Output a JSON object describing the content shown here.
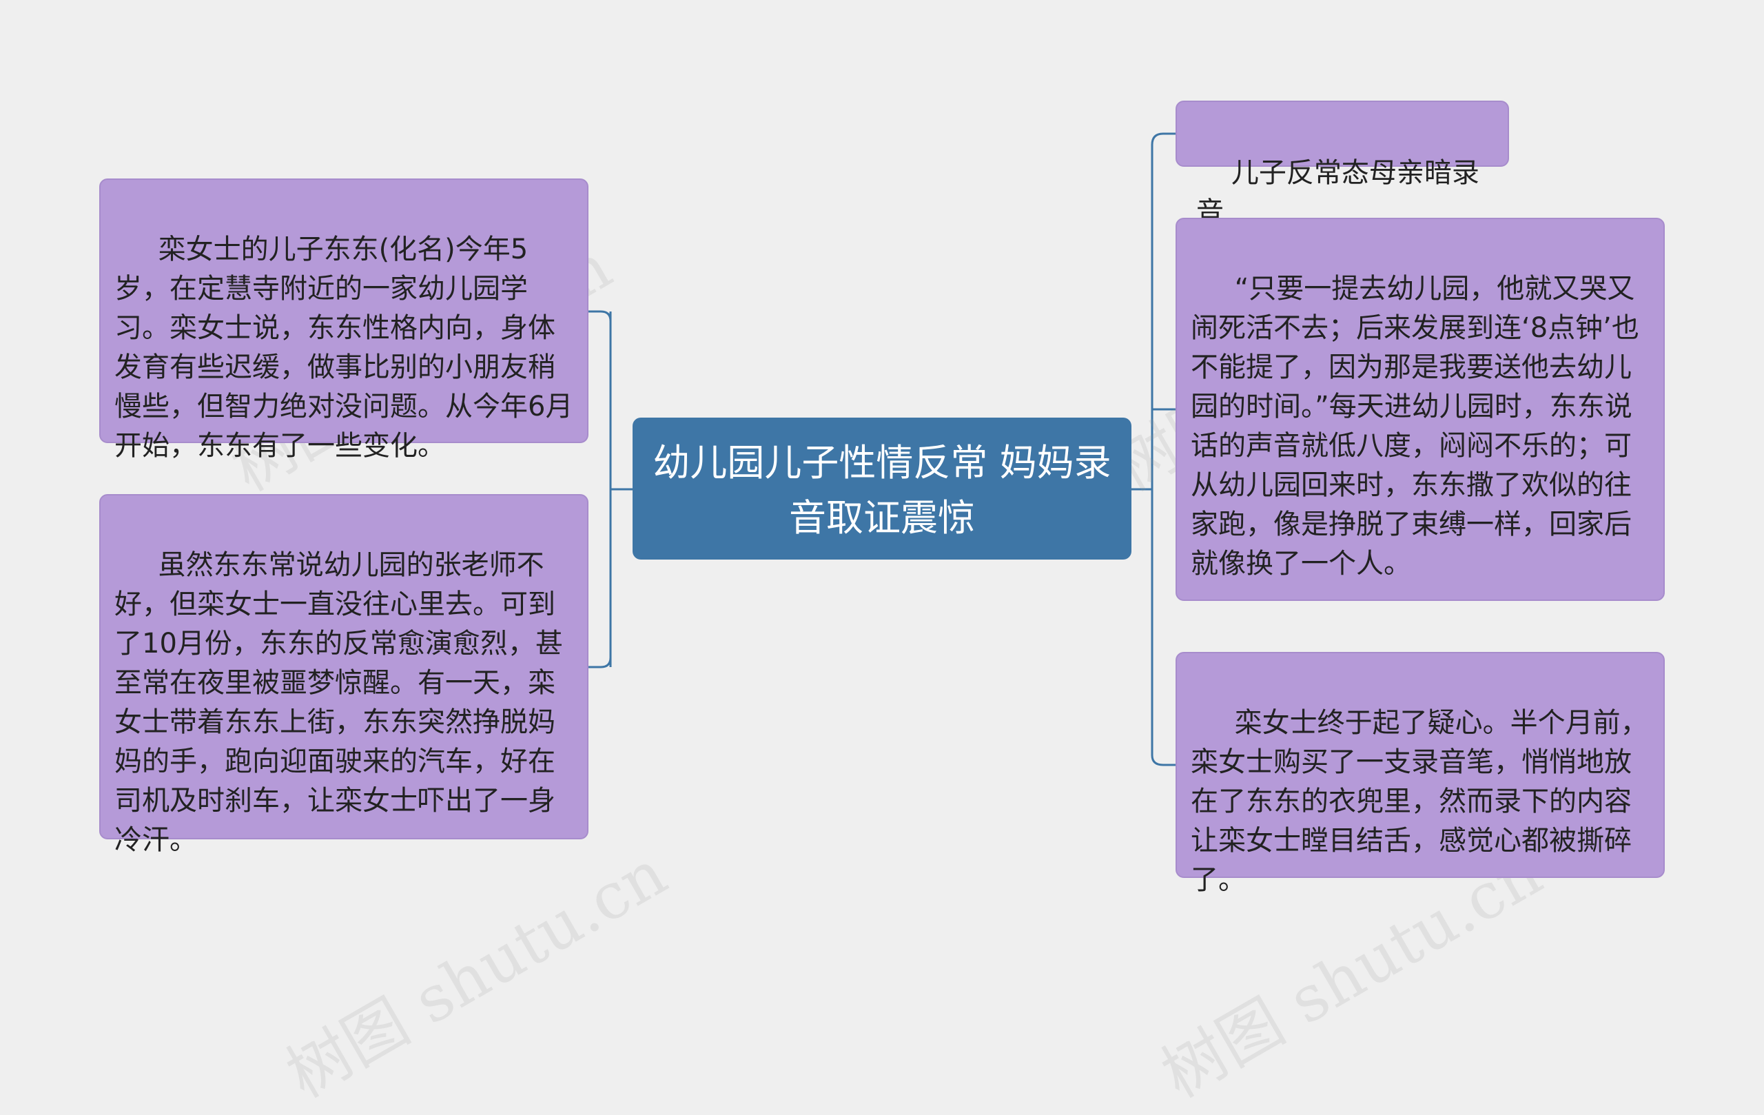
{
  "root": {
    "title": "幼儿园儿子性情反常 妈妈录音取证震惊"
  },
  "left_nodes": [
    {
      "text": " 栾女士的儿子东东(化名)今年5岁，在定慧寺附近的一家幼儿园学习。栾女士说，东东性格内向，身体发育有些迟缓，做事比别的小朋友稍慢些，但智力绝对没问题。从今年6月开始，东东有了一些变化。"
    },
    {
      "text": " 虽然东东常说幼儿园的张老师不好，但栾女士一直没往心里去。可到了10月份，东东的反常愈演愈烈，甚至常在夜里被噩梦惊醒。有一天，栾女士带着东东上街，东东突然挣脱妈妈的手，跑向迎面驶来的汽车，好在司机及时刹车，让栾女士吓出了一身冷汗。"
    }
  ],
  "right_nodes": [
    {
      "text": "儿子反常态母亲暗录音"
    },
    {
      "text": " “只要一提去幼儿园，他就又哭又闹死活不去；后来发展到连‘8点钟’也不能提了，因为那是我要送他去幼儿园的时间。”每天进幼儿园时，东东说话的声音就低八度，闷闷不乐的；可从幼儿园回来时，东东撒了欢似的往家跑，像是挣脱了束缚一样，回家后就像换了一个人。"
    },
    {
      "text": " 栾女士终于起了疑心。半个月前，栾女士购买了一支录音笔，悄悄地放在了东东的衣兜里，然而录下的内容让栾女士瞠目结舌，感觉心都被撕碎了。"
    }
  ],
  "watermark": "树图 shutu.cn",
  "colors": {
    "background": "#efefef",
    "root_fill": "#3e76a6",
    "node_fill": "#b59ad8",
    "connector": "#3e76a6"
  }
}
